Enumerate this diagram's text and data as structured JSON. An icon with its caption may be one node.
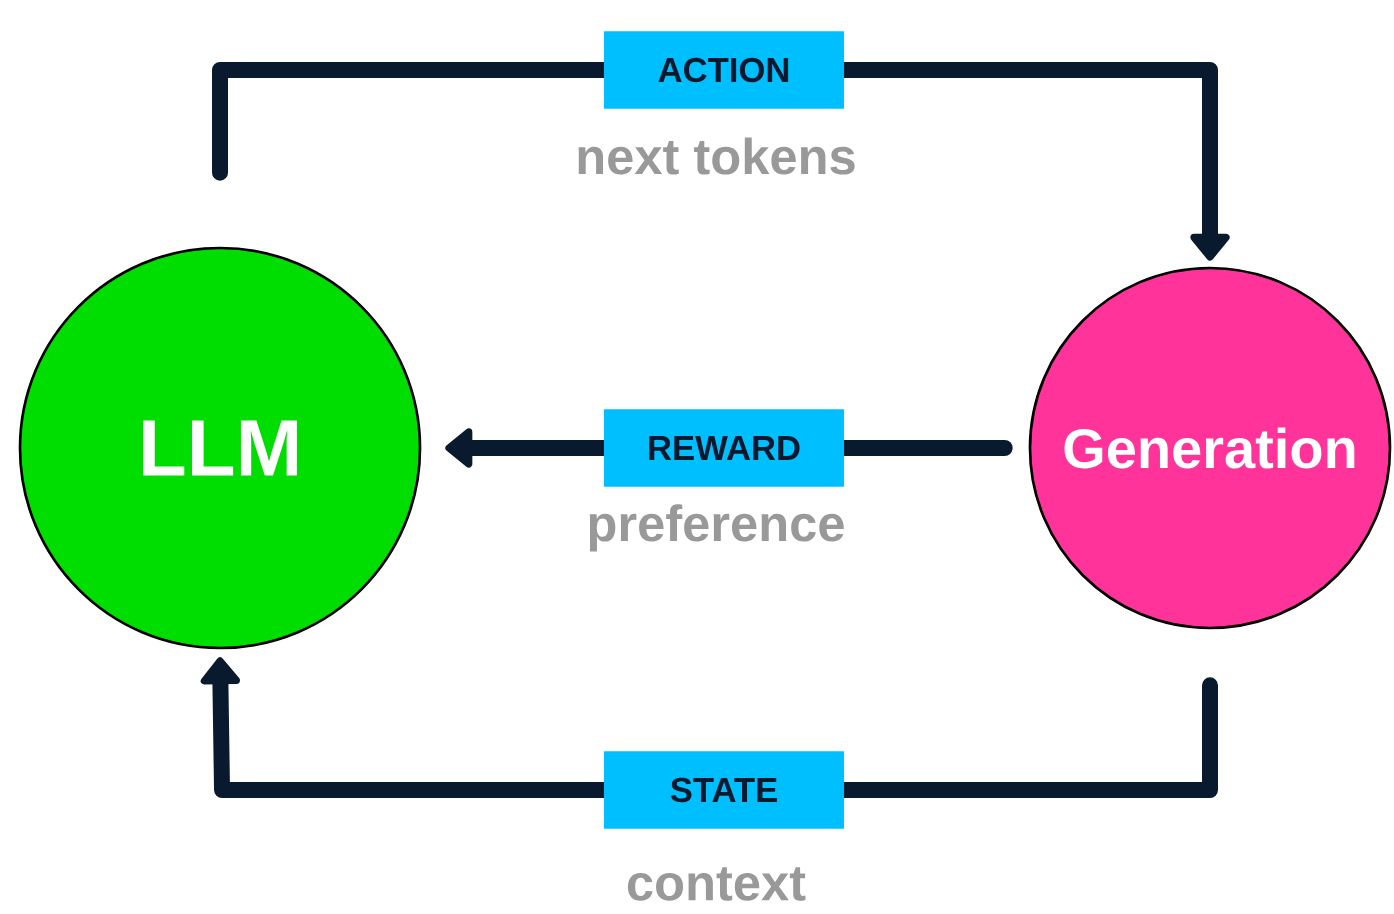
{
  "diagram": {
    "nodes": [
      {
        "text": [
          "LLM"
        ]
      },
      {
        "text": [
          "Generation"
        ]
      }
    ],
    "edges": [
      {
        "from": 0,
        "to": 1,
        "arrow": "to",
        "label": "ACTION"
      },
      {
        "from": 1,
        "to": 0,
        "arrow": "to",
        "label": "REWARD"
      },
      {
        "from": 1,
        "to": 0,
        "arrow": "to",
        "label": "STATE"
      }
    ],
    "labels": [
      "next tokens",
      "preference",
      "context"
    ]
  }
}
